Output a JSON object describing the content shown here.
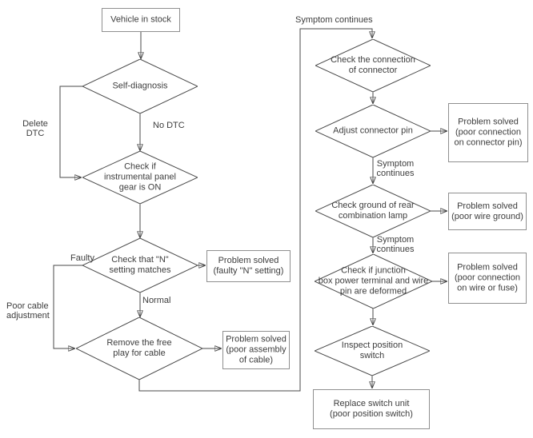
{
  "colors": {
    "line": "#4a4a4a",
    "boxborder": "#8f8f8f",
    "text": "#3d3d3d",
    "arrow": "#1a1a1a",
    "bg": "#ffffff"
  },
  "nodes": {
    "vehicle_in_stock": {
      "label": "Vehicle in stock"
    },
    "self_diagnosis": {
      "label": "Self-diagnosis"
    },
    "check_panel": {
      "label": "Check if\ninstrumental panel\ngear is ON"
    },
    "check_n": {
      "label": "Check that \"N\"\nsetting matches"
    },
    "problem_faulty_n": {
      "label": "Problem solved\n(faulty \"N\" setting)"
    },
    "remove_play": {
      "label": "Remove the free\nplay for cable"
    },
    "problem_assembly": {
      "label": "Problem solved\n(poor assembly\nof cable)"
    },
    "check_connection": {
      "label": "Check the connection\nof connector"
    },
    "adjust_pin": {
      "label": "Adjust connector pin"
    },
    "problem_connector_pin": {
      "label": "Problem solved\n(poor connection\non connector pin)"
    },
    "check_ground": {
      "label": "Check ground of rear\ncombination lamp"
    },
    "problem_wire_ground": {
      "label": "Problem solved\n(poor wire ground)"
    },
    "check_junction": {
      "label": "Check if junction\nbox power terminal and wire\npin are deformed"
    },
    "problem_wire_fuse": {
      "label": "Problem solved\n(poor connection\non wire or fuse)"
    },
    "inspect_switch": {
      "label": "Inspect position\nswitch"
    },
    "replace_switch": {
      "label": "Replace switch unit\n(poor position switch)"
    }
  },
  "labels": {
    "delete_dtc": "Delete\nDTC",
    "no_dtc": "No DTC",
    "faulty": "Faulty",
    "normal": "Normal",
    "poor_cable": "Poor cable\nadjustment",
    "symptom_top": "Symptom continues",
    "symptom_mid1": "Symptom\ncontinues",
    "symptom_mid2": "Symptom\ncontinues"
  }
}
